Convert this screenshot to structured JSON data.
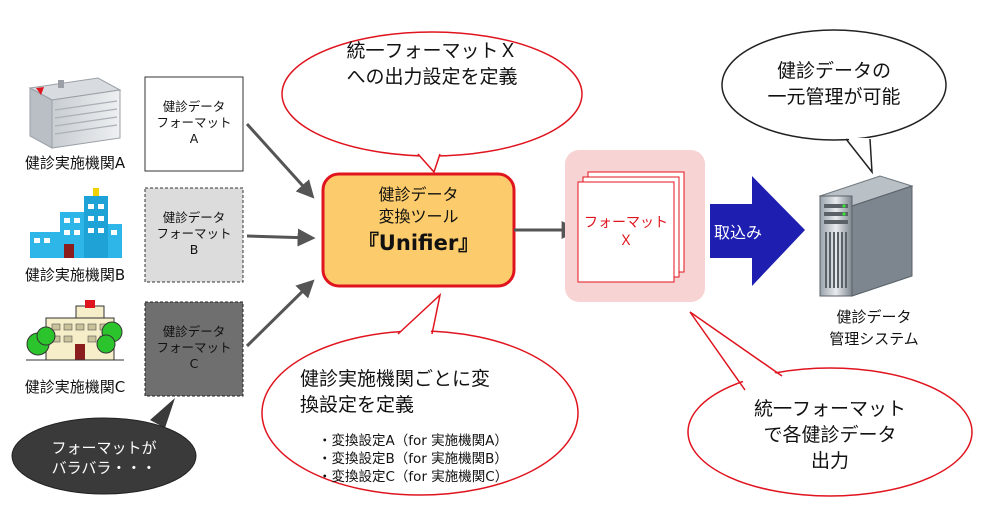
{
  "institutions": [
    {
      "label": "健診実施機関A",
      "format_lines": [
        "健診データ",
        "フォーマット",
        "A"
      ]
    },
    {
      "label": "健診実施機関B",
      "format_lines": [
        "健診データ",
        "フォーマット",
        "B"
      ]
    },
    {
      "label": "健診実施機関C",
      "format_lines": [
        "健診データ",
        "フォーマット",
        "C"
      ]
    }
  ],
  "warning_bubble": {
    "lines": [
      "フォーマットが",
      "バラバラ・・・"
    ]
  },
  "tool": {
    "lines": [
      "健診データ",
      "変換ツール"
    ],
    "name": "『Unifier』"
  },
  "top_callout": {
    "lines": [
      "統一フォーマットＸ",
      "への出力設定を定義"
    ]
  },
  "bottom_callout": {
    "lines": [
      "健診実施機関ごとに変",
      "換設定を定義"
    ],
    "items": [
      "・変換設定A（for 実施機関A）",
      "・変換設定B（for 実施機関B）",
      "・変換設定C（for 実施機関C）"
    ]
  },
  "output_format": {
    "lines": [
      "フォーマット",
      "Ｘ"
    ]
  },
  "import_arrow": {
    "label": "取込み"
  },
  "server_callout": {
    "lines": [
      "健診データの",
      "一元管理が可能"
    ]
  },
  "system": {
    "lines": [
      "健診データ",
      "管理システム"
    ]
  },
  "right_callout": {
    "lines": [
      "統一フォーマット",
      "で各健診データ",
      "出力"
    ]
  },
  "colors": {
    "tool_fill": "#fccb6b",
    "tool_border": "#e0141e",
    "import_arrow": "#1e1eb0",
    "pink_panel": "#f8d3d3"
  }
}
